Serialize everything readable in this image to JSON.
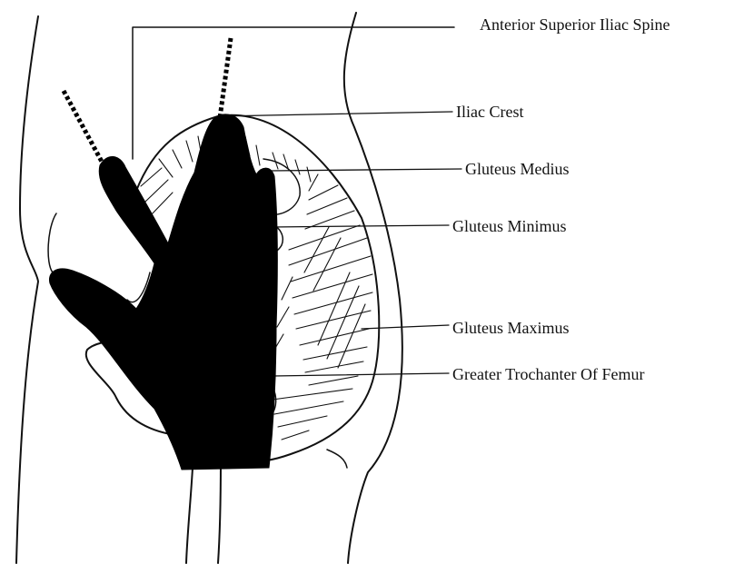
{
  "diagram": {
    "labels": {
      "asis": "Anterior Superior Iliac Spine",
      "iliac_crest": "Iliac Crest",
      "gluteus_medius": "Gluteus Medius",
      "gluteus_minimus": "Gluteus Minimus",
      "gluteus_maximus": "Gluteus Maximus",
      "greater_trochanter": "Greater Trochanter Of Femur"
    },
    "colors": {
      "ink": "#111111",
      "hand": "#000000",
      "background": "#ffffff"
    }
  }
}
